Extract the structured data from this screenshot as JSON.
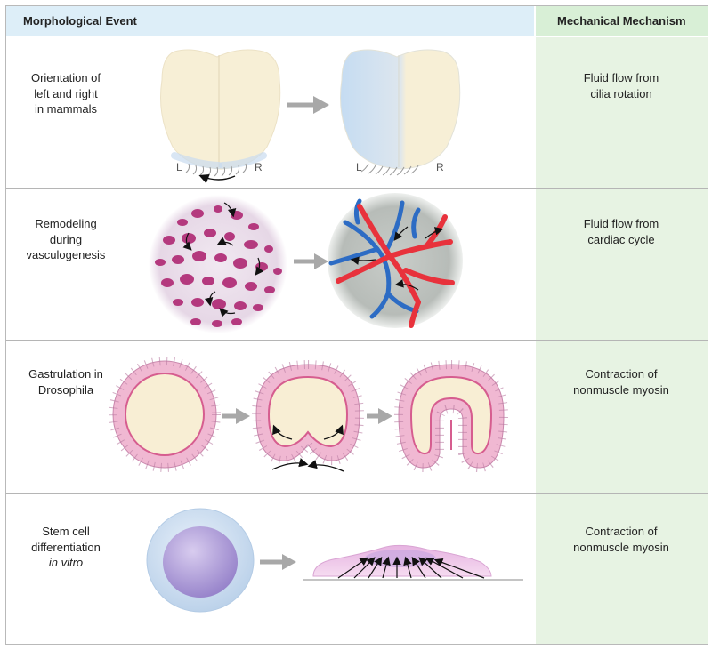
{
  "header": {
    "left": "Morphological Event",
    "right": "Mechanical Mechanism"
  },
  "rows": [
    {
      "event_lines": [
        "Orientation of",
        "left and right",
        "in mammals"
      ],
      "mechanism_lines": [
        "Fluid flow from",
        "cilia rotation"
      ]
    },
    {
      "event_lines": [
        "Remodeling",
        "during",
        "vasculogenesis"
      ],
      "mechanism_lines": [
        "Fluid flow from",
        "cardiac cycle"
      ]
    },
    {
      "event_lines": [
        "Gastrulation in",
        "Drosophila"
      ],
      "mechanism_lines": [
        "Contraction of",
        "nonmuscle myosin"
      ]
    },
    {
      "event_lines": [
        "Stem cell",
        "differentiation",
        "in vitro"
      ],
      "mechanism_lines": [
        "Contraction of",
        "nonmuscle myosin"
      ]
    }
  ],
  "side_labels": {
    "left": "L",
    "right": "R"
  },
  "colors": {
    "blue_header": "#ddeef8",
    "green_header": "#d8efd6",
    "green_column": "#e7f3e3",
    "arrow_gray": "#a8a8a8",
    "vessel_red": "#e8323c",
    "vessel_blue": "#2d6cc4",
    "cell_pink": "#f0b8d2",
    "yolk": "#f8eed4"
  }
}
